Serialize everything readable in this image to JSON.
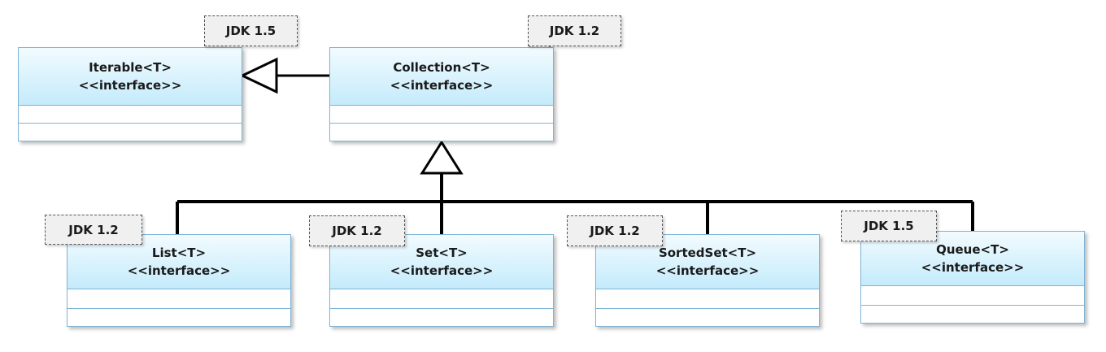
{
  "classes": {
    "iterable": {
      "name": "Iterable<T>",
      "stereotype": "<<interface>>",
      "jdk": "JDK 1.5"
    },
    "collection": {
      "name": "Collection<T>",
      "stereotype": "<<interface>>",
      "jdk": "JDK 1.2"
    },
    "list": {
      "name": "List<T>",
      "stereotype": "<<interface>>",
      "jdk": "JDK 1.2"
    },
    "set": {
      "name": "Set<T>",
      "stereotype": "<<interface>>",
      "jdk": "JDK 1.2"
    },
    "sortedset": {
      "name": "SortedSet<T>",
      "stereotype": "<<interface>>",
      "jdk": "JDK 1.2"
    },
    "queue": {
      "name": "Queue<T>",
      "stereotype": "<<interface>>",
      "jdk": "JDK 1.5"
    }
  },
  "relations": [
    {
      "from": "collection",
      "to": "iterable",
      "type": "generalization"
    },
    {
      "from": "list",
      "to": "collection",
      "type": "generalization"
    },
    {
      "from": "set",
      "to": "collection",
      "type": "generalization"
    },
    {
      "from": "sortedset",
      "to": "collection",
      "type": "generalization"
    },
    {
      "from": "queue",
      "to": "collection",
      "type": "generalization"
    }
  ],
  "colors": {
    "class_header_top": "#f2fbff",
    "class_header_bottom": "#c4ebfb",
    "class_border": "#7fb3d5",
    "note_fill": "#f0f0f0"
  }
}
